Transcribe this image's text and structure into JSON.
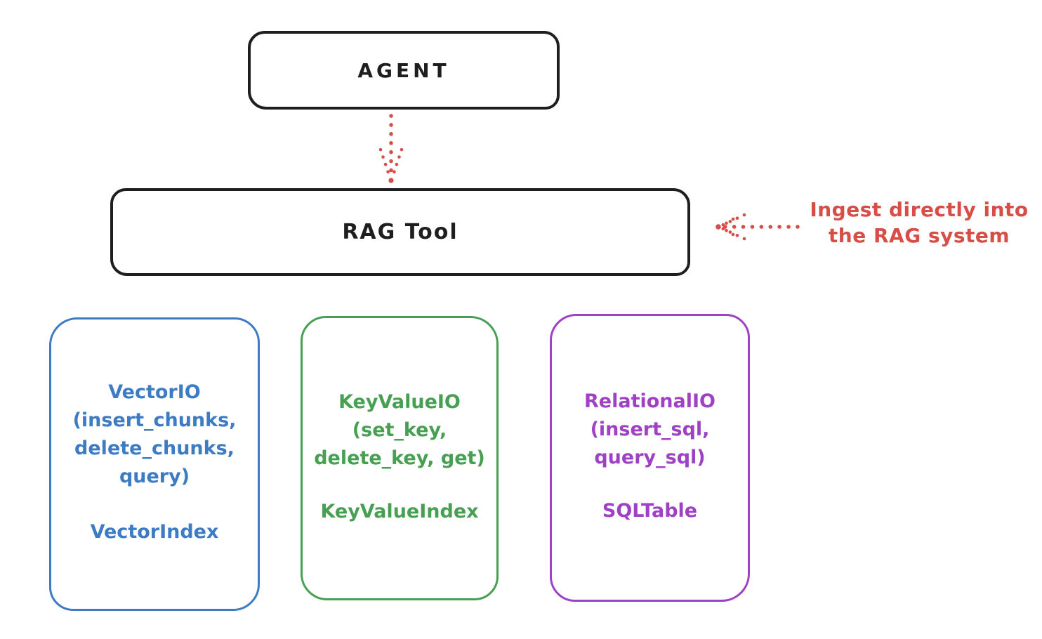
{
  "colors": {
    "ink": "#1e1e1e",
    "red": "#d64e46",
    "blue": "#3d7bc4",
    "green": "#47a052",
    "purple": "#9e41c4",
    "bg": "#ffffff"
  },
  "diagram": {
    "agent": {
      "label": "AGENT"
    },
    "rag_tool": {
      "label": "RAG Tool"
    },
    "annotation": {
      "line1": "Ingest directly into",
      "line2": "the RAG system"
    },
    "backends": [
      {
        "name": "vector-io",
        "lines": [
          "VectorIO",
          "(insert_chunks,",
          "delete_chunks,",
          "query)"
        ],
        "index": "VectorIndex"
      },
      {
        "name": "keyvalue-io",
        "lines": [
          "KeyValueIO",
          "(set_key,",
          "delete_key, get)"
        ],
        "index": "KeyValueIndex"
      },
      {
        "name": "relational-io",
        "lines": [
          "RelationalIO",
          "(insert_sql,",
          "query_sql)"
        ],
        "index": "SQLTable"
      }
    ]
  }
}
